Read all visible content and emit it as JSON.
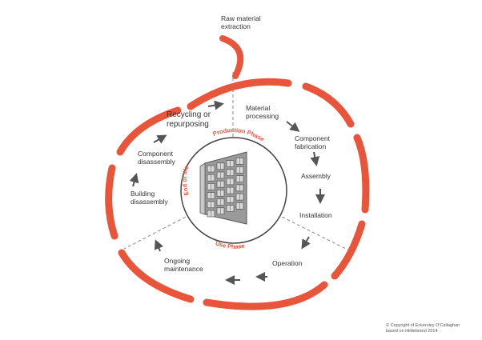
{
  "colors": {
    "accent": "#e8553a",
    "arrow": "#555555",
    "text": "#333333",
    "dash": "#888888"
  },
  "stages": {
    "raw_material": "Raw material\nextraction",
    "material_processing": "Material\nprocessing",
    "component_fabrication": "Component\nfabrication",
    "assembly": "Assembly",
    "installation": "Installation",
    "operation": "Operation",
    "ongoing_maintenance": "Ongoing\nmaintenance",
    "building_disassembly": "Building\ndisassembly",
    "component_disassembly": "Component\ndisassembly",
    "recycling": "Recycling or\nrepurposing"
  },
  "phases": {
    "production": "Production Phase",
    "use": "Use Phase",
    "end_of_life": "End of life"
  },
  "credit": "© Copyright of Eckersley O'Callaghan\nbased on Hildebrand 2014",
  "icons": {
    "center": "building-facade-icon"
  }
}
